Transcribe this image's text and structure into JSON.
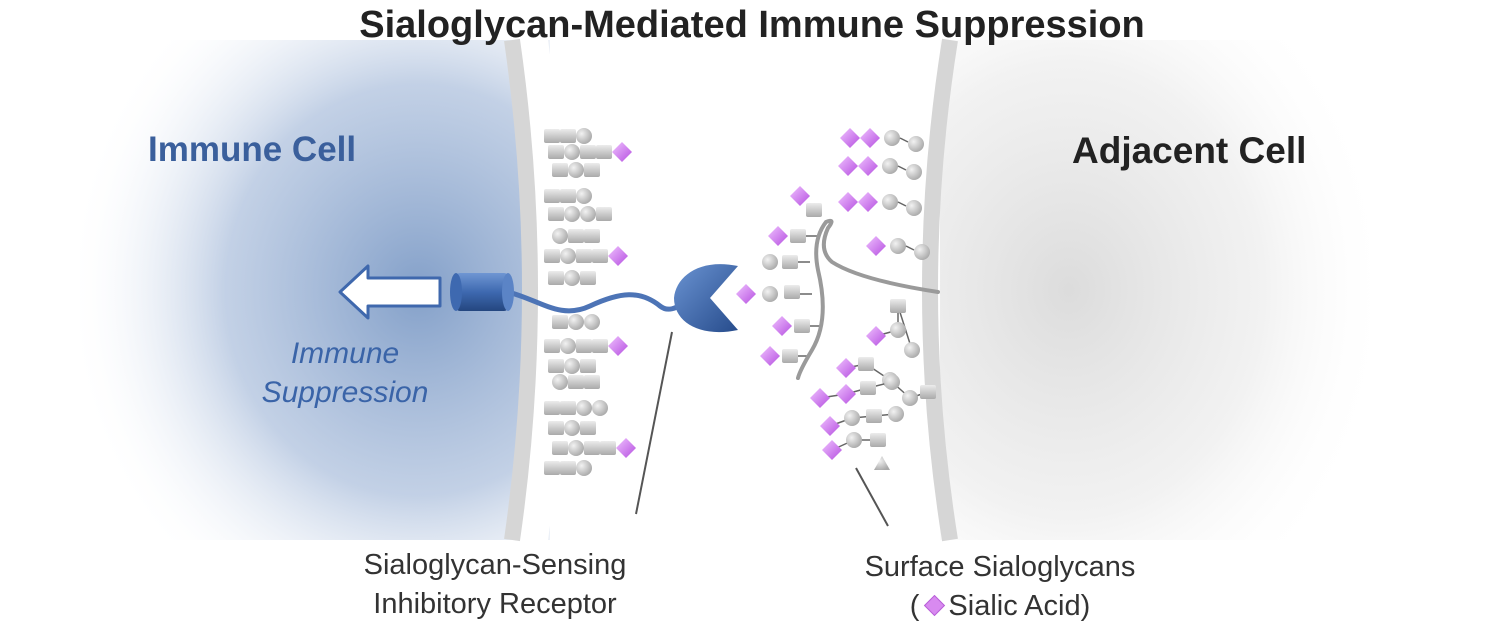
{
  "title": "Sialoglycan-Mediated Immune Suppression",
  "cells": {
    "immune": "Immune Cell",
    "adjacent": "Adjacent Cell"
  },
  "signal": {
    "line1": "Immune",
    "line2": "Suppression"
  },
  "callouts": {
    "receptor_line1": "Sialoglycan-Sensing",
    "receptor_line2": "Inhibitory Receptor",
    "glycans_line1": "Surface Sialoglycans",
    "glycans_open": "(",
    "glycans_line2": "Sialic Acid)"
  },
  "colors": {
    "immune_cell": "#3a64a8",
    "receptor": "#3f68ad",
    "sialic_acid": "#d98af2",
    "glycan_unit": "#c8c8c8",
    "membrane": "#dcdcdc"
  },
  "icons": {
    "sialic_acid": "diamond-icon",
    "sugar_round": "circle",
    "sugar_square": "square"
  }
}
